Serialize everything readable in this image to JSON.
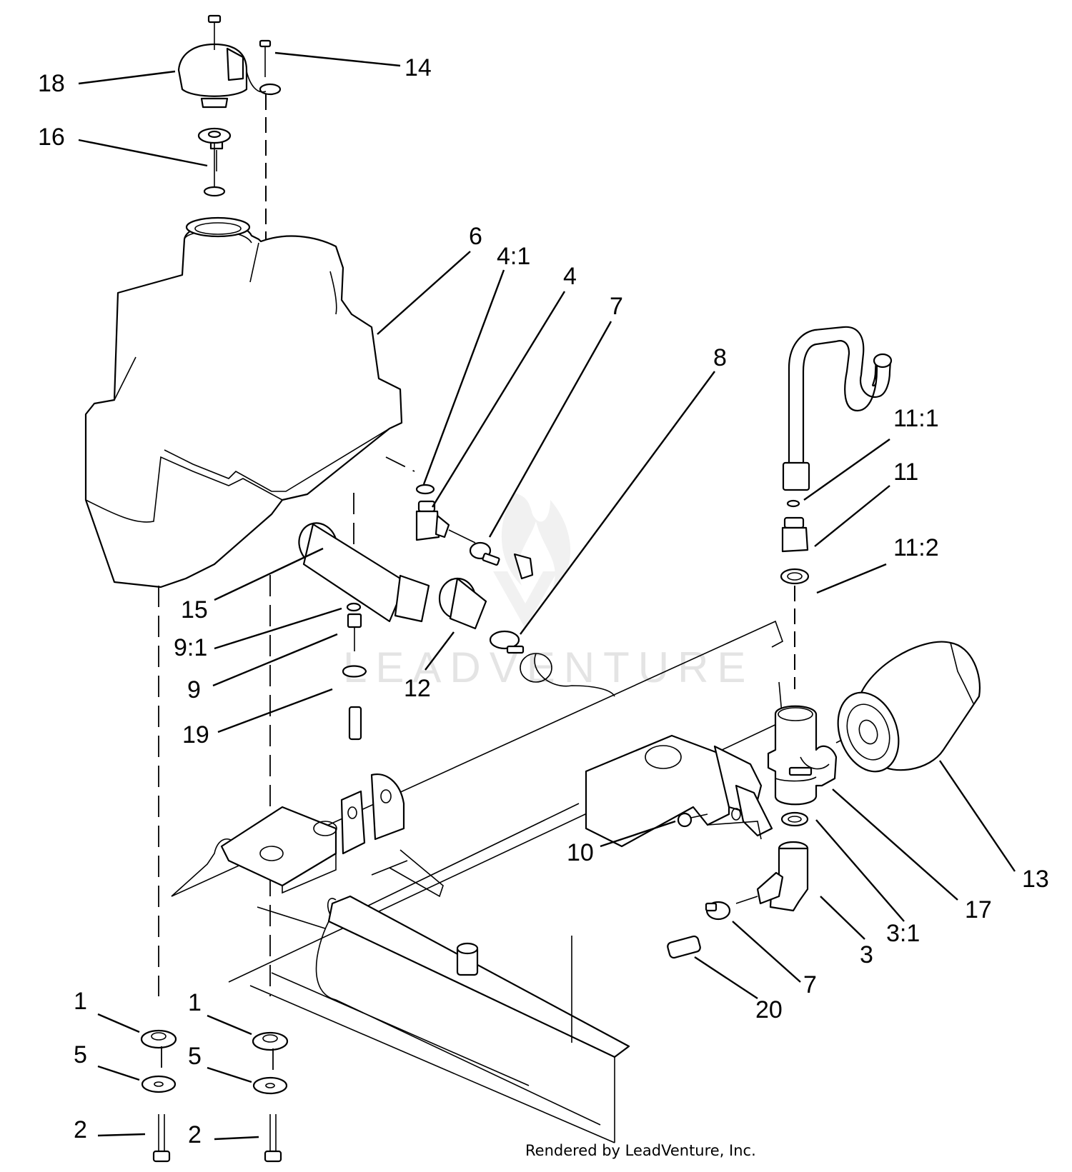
{
  "callouts": [
    {
      "label": "18"
    },
    {
      "label": "14"
    },
    {
      "label": "16"
    },
    {
      "label": "6"
    },
    {
      "label": "4:1"
    },
    {
      "label": "4"
    },
    {
      "label": "7"
    },
    {
      "label": "8"
    },
    {
      "label": "11:1"
    },
    {
      "label": "11"
    },
    {
      "label": "11:2"
    },
    {
      "label": "15"
    },
    {
      "label": "9:1"
    },
    {
      "label": "9"
    },
    {
      "label": "12"
    },
    {
      "label": "19"
    },
    {
      "label": "10"
    },
    {
      "label": "13"
    },
    {
      "label": "17"
    },
    {
      "label": "3:1"
    },
    {
      "label": "3"
    },
    {
      "label": "7"
    },
    {
      "label": "20"
    },
    {
      "label": "1"
    },
    {
      "label": "1"
    },
    {
      "label": "5"
    },
    {
      "label": "5"
    },
    {
      "label": "2"
    },
    {
      "label": "2"
    }
  ],
  "watermark": "LEADVENTURE",
  "credit": "Rendered by LeadVenture, Inc."
}
